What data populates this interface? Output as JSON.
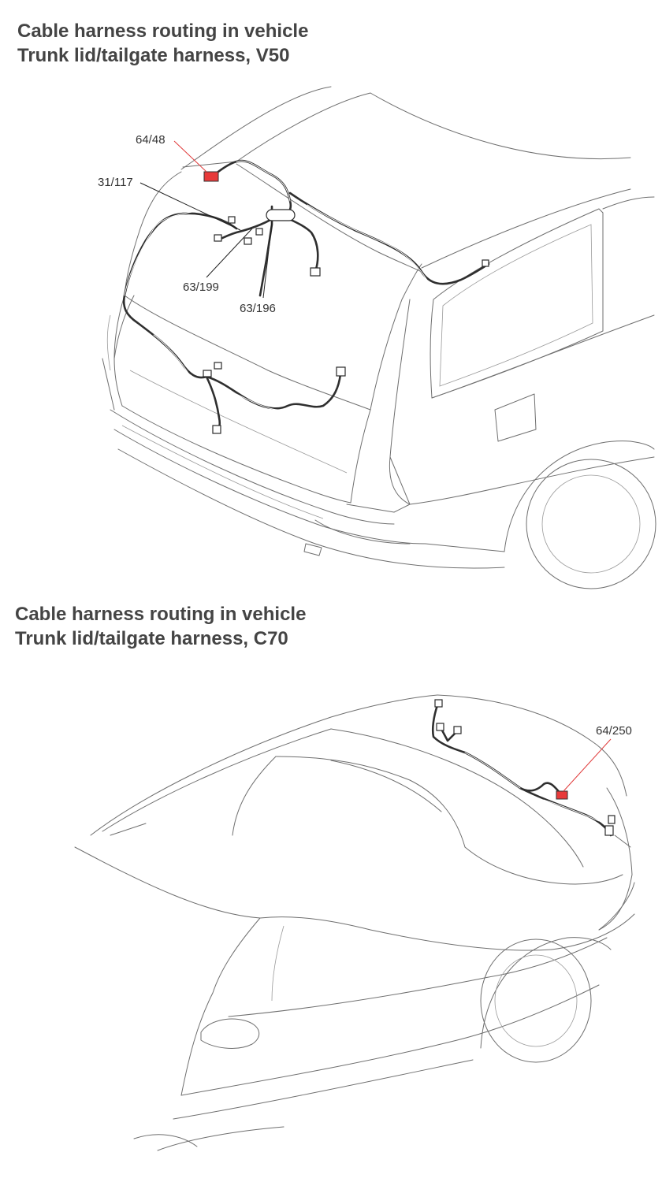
{
  "diagrams": [
    {
      "title_line1": "Cable harness routing in vehicle",
      "title_line2": "Trunk lid/tailgate harness, V50",
      "callouts": [
        "64/48",
        "31/117",
        "63/199",
        "63/196"
      ]
    },
    {
      "title_line1": "Cable harness routing in vehicle",
      "title_line2": "Trunk lid/tailgate harness, C70",
      "callouts": [
        "64/250"
      ]
    }
  ],
  "colors": {
    "title": "#444444",
    "highlight_connector": "#e83a3a",
    "leader_red": "#e03a3a",
    "line_art": "#6f6f6f"
  }
}
